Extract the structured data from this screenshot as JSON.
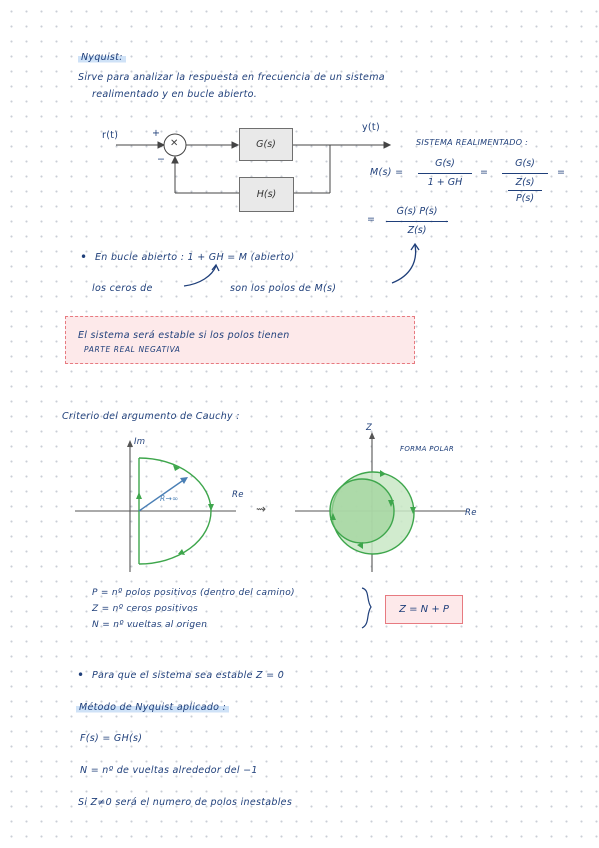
{
  "title": "Nyquist:",
  "intro": {
    "line1": "Sirve para analizar la respuesta en frecuencia de un sistema",
    "line2": "realimentado y en bucle abierto."
  },
  "block_diagram": {
    "input": "r(t)",
    "output": "y(t)",
    "plus": "+",
    "minus": "−",
    "summer": "✕",
    "forward": "G(s)",
    "feedback": "H(s)"
  },
  "transfer": {
    "label": "SISTEMA REALIMENTADO :",
    "lhs": "M(s) =",
    "f1_num": "G(s)",
    "f1_den": "1 + GH",
    "eq": "=",
    "f2_num": "G(s)",
    "f2_den_num": "Z(s)",
    "f2_den_den": "P(s)",
    "eq_tail": "=",
    "eq2": "=",
    "f3_num": "G(s) P(s)",
    "f3_den": "Z(s)"
  },
  "open_loop": {
    "bullet": "•",
    "text": "En bucle abierto :  1 + GH =  M (abierto)",
    "zeros_left": "los ceros de",
    "zeros_right": "son los polos de M(s)"
  },
  "note": {
    "line1": "El sistema será estable si los polos tienen",
    "line2": "PARTE REAL NEGATIVA"
  },
  "cauchy": {
    "title": "Criterio del argumento de Cauchy :",
    "im_label": "Im",
    "re_label": "Re",
    "radius_label": "R→∞",
    "arrow": "⇝",
    "z_label": "Z",
    "re_label2": "Re",
    "polar_label": "FORMA POLAR"
  },
  "definitions": {
    "p": "P = nº polos positivos (dentro del camino)",
    "z": "Z = nº ceros positivos",
    "n": "N = nº vueltas al origen",
    "formula": "Z = N + P"
  },
  "stability": {
    "bullet": "•",
    "text": "Para que el sistema sea estable  Z = 0"
  },
  "method": {
    "title": "Método de Nyquist aplicado :",
    "f": "F(s) = GH(s)",
    "n": "N = nº de vueltas alrededor del −1",
    "z": "Si Z≠0 será el numero de polos inestables"
  },
  "colors": {
    "ink": "#1f3f7a",
    "highlight": "#cfe2f7",
    "green": "#3ea64c",
    "green_fill": "#bfe3bd",
    "note_bg": "#fde9ea",
    "note_border": "#e77a80",
    "block_fill": "#e9e9e9"
  }
}
